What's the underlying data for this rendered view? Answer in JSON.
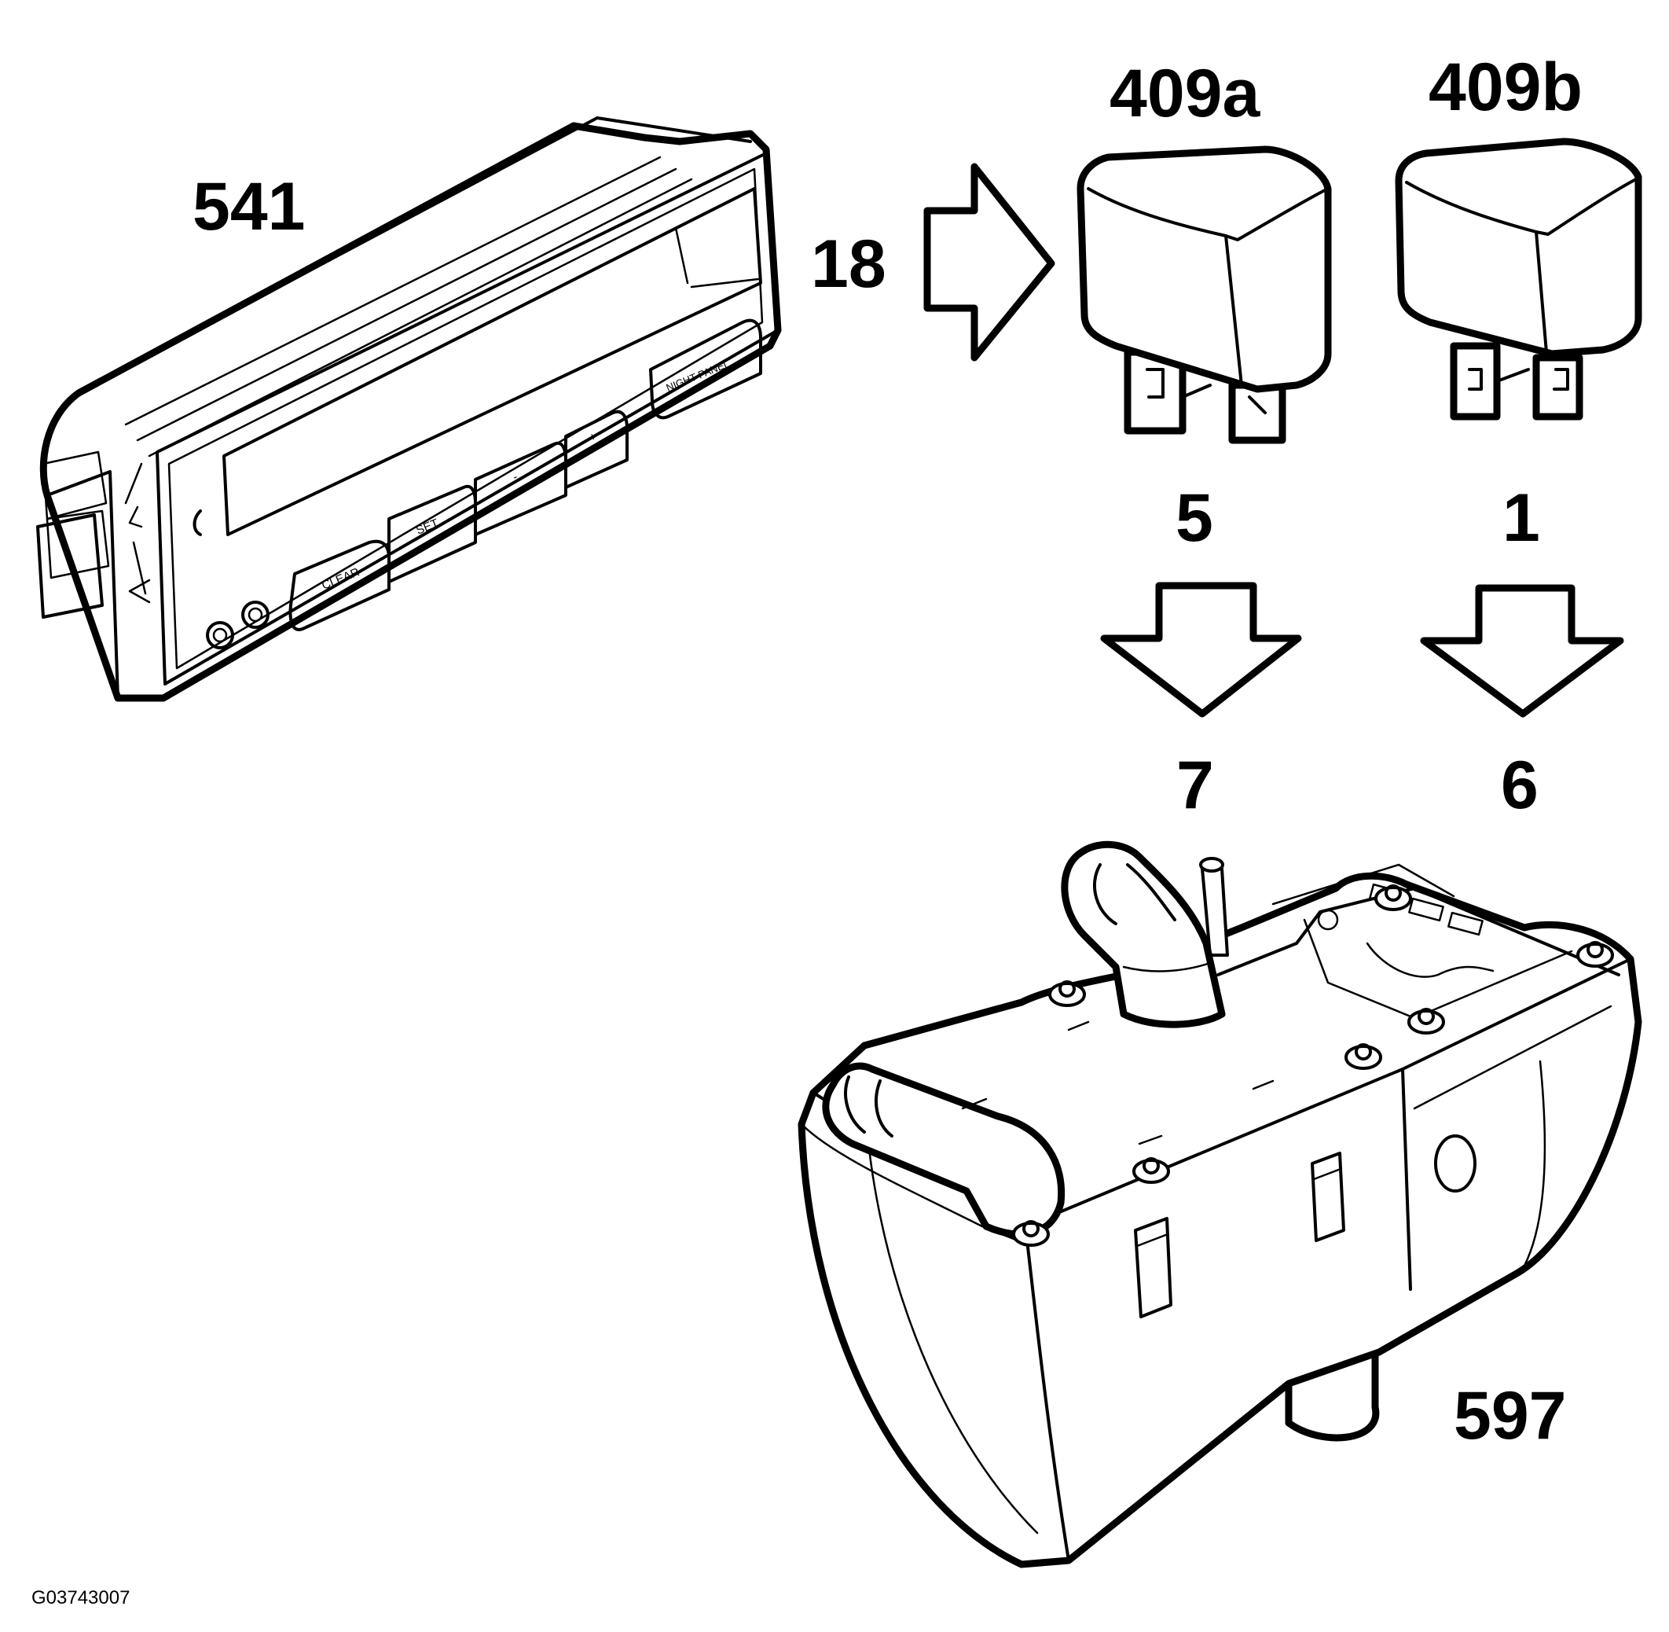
{
  "labels": {
    "control_panel": "541",
    "relay_a": "409a",
    "relay_b": "409b",
    "connector_18": "18",
    "pin_5": "5",
    "pin_1": "1",
    "pin_7": "7",
    "pin_6": "6",
    "heater": "597"
  },
  "panel_buttons": {
    "clear": "CLEAR",
    "set": "SET",
    "minus": "-",
    "plus": "+",
    "night_panel": "NIGHT PANEL"
  },
  "figure_id": "G03743007",
  "colors": {
    "line": "#000000",
    "background": "#ffffff"
  }
}
